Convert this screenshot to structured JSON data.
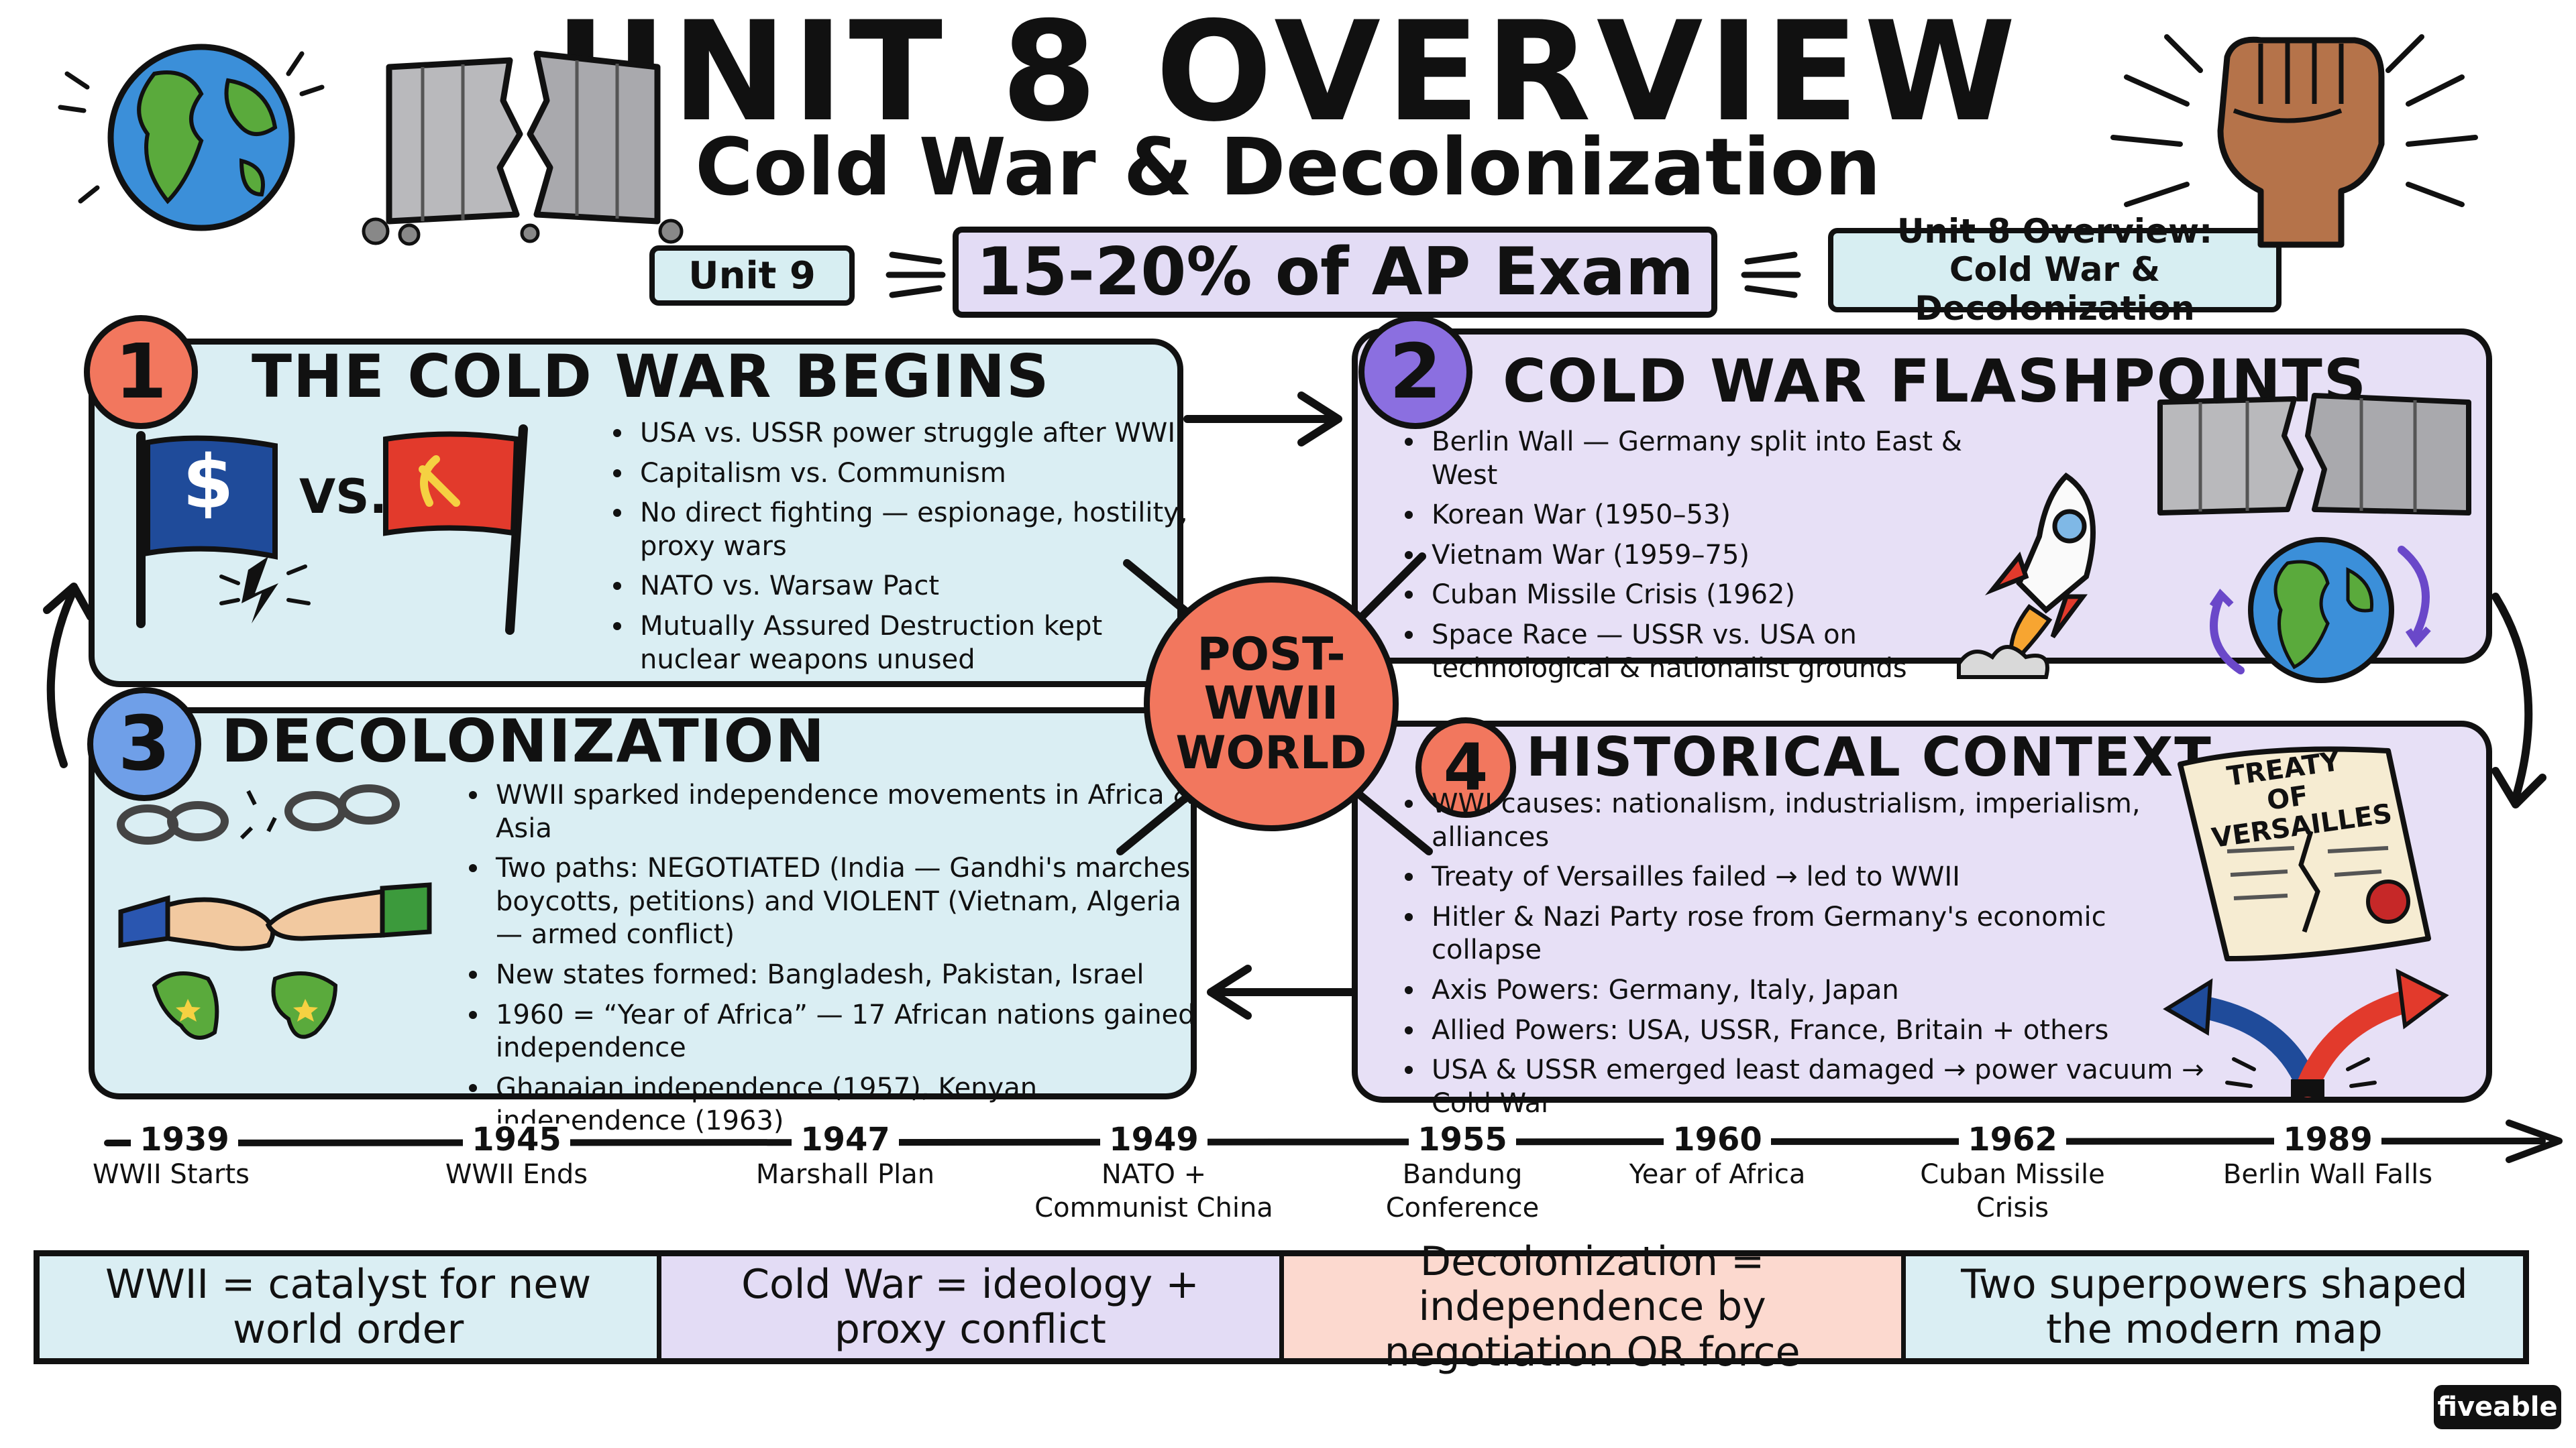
{
  "header": {
    "title": "UNIT 8 OVERVIEW",
    "subtitle": "Cold War & Decolonization",
    "exam_weight": "15-20% of AP Exam",
    "prev_unit": "Unit 9",
    "unit_tag_line1": "Unit 8 Overview:",
    "unit_tag_line2": "Cold War & Decolonization"
  },
  "center": {
    "label": "POST-\nWWII\nWORLD"
  },
  "sections": [
    {
      "number": "1",
      "title": "THE COLD WAR BEGINS",
      "vs_label": "VS.",
      "dollar_symbol": "$",
      "bullets": [
        "USA vs. USSR power struggle after WWII",
        "Capitalism vs. Communism",
        "No direct fighting — espionage, hostility, proxy wars",
        "NATO vs. Warsaw Pact",
        "Mutually Assured Destruction kept nuclear weapons unused"
      ]
    },
    {
      "number": "2",
      "title": "COLD WAR FLASHPOINTS",
      "bullets": [
        "Berlin Wall — Germany split into East & West",
        "Korean War (1950–53)",
        "Vietnam War (1959–75)",
        "Cuban Missile Crisis (1962)",
        "Space Race — USSR vs. USA on technological & nationalist grounds"
      ]
    },
    {
      "number": "3",
      "title": "DECOLONIZATION",
      "bullets": [
        "WWII sparked independence movements in Africa & Asia",
        "Two paths: NEGOTIATED (India — Gandhi's marches, boycotts, petitions) and VIOLENT (Vietnam, Algeria — armed conflict)",
        "New states formed: Bangladesh, Pakistan, Israel",
        "1960 = “Year of Africa” — 17 African nations gained independence",
        "Ghanaian independence (1957), Kenyan independence (1963)"
      ]
    },
    {
      "number": "4",
      "title": "HISTORICAL CONTEXT",
      "treaty_line1": "TREATY OF",
      "treaty_line2": "VERSAILLES",
      "bullets": [
        "WWI causes: nationalism, industrialism, imperialism, alliances",
        "Treaty of Versailles failed → led to WWII",
        "Hitler & Nazi Party rose from Germany's economic collapse",
        "Axis Powers: Germany, Italy, Japan",
        "Allied Powers: USA, USSR, France, Britain + others",
        "USA & USSR emerged least damaged → power vacuum → Cold War"
      ]
    }
  ],
  "timeline": [
    {
      "year": "1939",
      "label": "WWII Starts"
    },
    {
      "year": "1945",
      "label": "WWII Ends"
    },
    {
      "year": "1947",
      "label": "Marshall Plan"
    },
    {
      "year": "1949",
      "label": "NATO + Communist China"
    },
    {
      "year": "1955",
      "label": "Bandung Conference"
    },
    {
      "year": "1960",
      "label": "Year of Africa"
    },
    {
      "year": "1962",
      "label": "Cuban Missile Crisis"
    },
    {
      "year": "1989",
      "label": "Berlin Wall Falls"
    }
  ],
  "summary": [
    {
      "text": "WWII = catalyst for new world order",
      "color": "#daeef3"
    },
    {
      "text": "Cold War = ideology + proxy conflict",
      "color": "#e3dcf5"
    },
    {
      "text": "Decolonization = independence by negotiation OR force",
      "color": "#fcd9cf"
    },
    {
      "text": "Two superpowers shaped the modern map",
      "color": "#daeef3"
    }
  ],
  "brand": "fiveable",
  "colors": {
    "light_blue": "#daeef3",
    "light_purple": "#e7e0f6",
    "salmon": "#f2775e",
    "purple_badge": "#8b6fe0",
    "blue_badge": "#6f9fe8",
    "ink": "#111111"
  }
}
